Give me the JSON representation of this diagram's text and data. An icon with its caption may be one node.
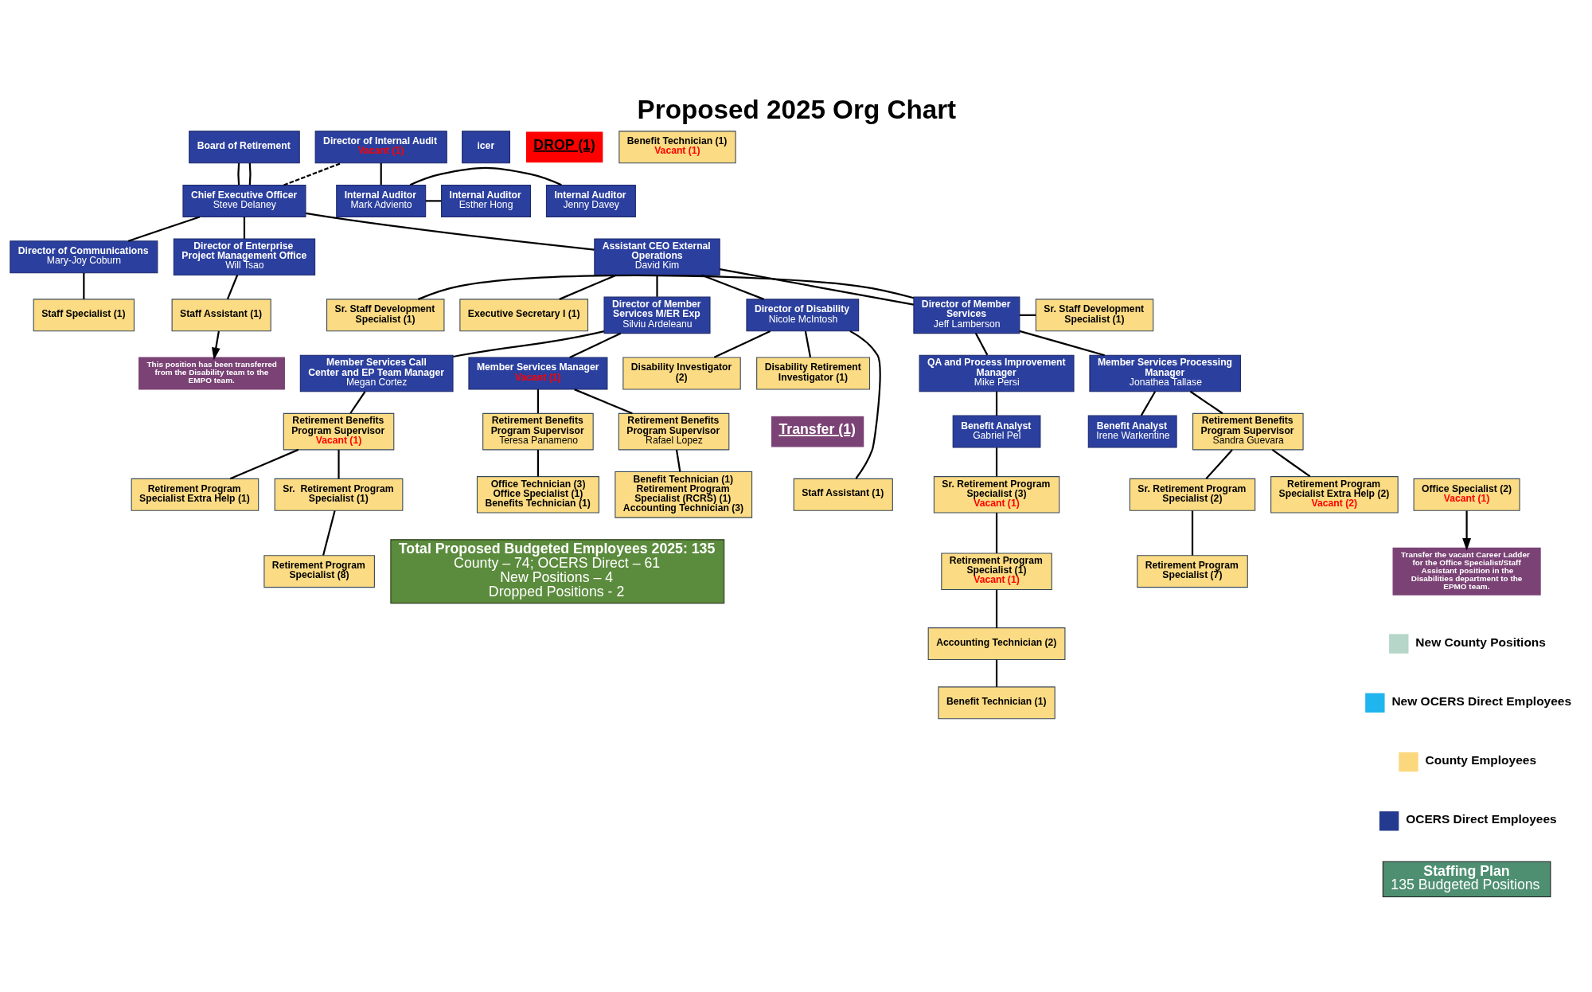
{
  "diagram": {
    "title": "Proposed 2025 Org Chart",
    "nodes": [
      {
        "text": [
          "Board of Retirement"
        ]
      },
      {
        "text": [
          "Chief Executive Officer",
          "Steve Delaney"
        ]
      },
      {
        "text": [
          "Director of Internal Audit",
          "Vacant (1)"
        ]
      },
      {
        "text": [
          "Internal Auditor",
          "Jenny Davey"
        ]
      },
      {
        "text": [
          "Internal Auditor",
          "Mark Adviento"
        ]
      },
      {
        "text": [
          "Internal Auditor",
          "Esther Hong"
        ]
      },
      {
        "text": [
          "icer"
        ]
      },
      {
        "text": [
          "Director of Communications",
          "Mary-Joy Coburn"
        ]
      },
      {
        "text": [
          "Director of Enterprise Project Management Office",
          "Will Tsao"
        ]
      },
      {
        "text": [
          "Assistant CEO External Operations",
          "David Kim"
        ]
      },
      {
        "text": [
          "Staff Specialist (1)"
        ]
      },
      {
        "text": [
          "Staff Assistant (1)"
        ]
      },
      {
        "text": [
          "Executive Secretary I (1)"
        ]
      },
      {
        "text": [
          "This position has been transferred from the Disability team to the EMPO team."
        ]
      },
      {
        "text": [
          "Sr. Staff Development Specialist (1)"
        ]
      },
      {
        "text": [
          "Director of Member Services",
          "Jeff Lamberson"
        ]
      },
      {
        "text": [
          "Sr. Staff Development Specialist (1)"
        ]
      },
      {
        "text": [
          "Director of Member Services M/ER Exp",
          "Silviu Ardeleanu"
        ]
      },
      {
        "text": [
          "Director of Disability",
          "Nicole McIntosh"
        ]
      },
      {
        "text": [
          "QA and Process Improvement Manager",
          "Mike Persi"
        ]
      },
      {
        "text": [
          "Member Services Processing Manager",
          "Jonathea Tallase"
        ]
      },
      {
        "text": [
          "Member Services Call Center and EP Team Manager",
          "Megan Cortez"
        ]
      },
      {
        "text": [
          "Member Services Manager",
          "Vacant (1)"
        ]
      },
      {
        "text": [
          "Disability Investigator (2)"
        ]
      },
      {
        "text": [
          "Disability Retirement Investigator (1)"
        ]
      },
      {
        "text": [
          "Transfer (1)"
        ]
      },
      {
        "text": [
          "Staff Assistant (1)"
        ]
      },
      {
        "text": [
          "Office Specialist (2)",
          "Vacant (1)"
        ]
      },
      {
        "text": [
          "Transfer the vacant Career Ladder for the Office Specialist/Staff Assistant position in the Disabilities department to the EPMO team."
        ]
      },
      {
        "text": [
          "Benefit Analyst",
          "Gabriel Pel"
        ]
      },
      {
        "text": [
          "Benefit Analyst",
          "Irene Warkentine"
        ]
      },
      {
        "text": [
          "DROP (1)"
        ]
      },
      {
        "text": [
          "Benefit Technician (1)",
          "Vacant (1)"
        ]
      },
      {
        "text": [
          "Retirement Benefits Program Supervisor",
          "Sandra Guevara"
        ]
      },
      {
        "text": [
          "Sr. Retirement Program Specialist (3)",
          "Vacant (1)"
        ]
      },
      {
        "text": [
          "Retirement Program Specialist (1)",
          "Vacant (1)"
        ]
      },
      {
        "text": [
          "Accounting Technician (2)"
        ]
      },
      {
        "text": [
          "Benefit Technician (1)"
        ]
      },
      {
        "text": [
          "Sr. Retirement Program Specialist (2)"
        ]
      },
      {
        "text": [
          "Retirement Program Specialist (7)"
        ]
      },
      {
        "text": [
          "Retirement Program Specialist Extra Help (2)",
          "Vacant (2)"
        ]
      },
      {
        "text": [
          "Retirement Benefits Program Supervisor",
          "Vacant (1)"
        ]
      },
      {
        "text": [
          "Retirement Benefits Program Supervisor",
          "Rafael Lopez"
        ]
      },
      {
        "text": [
          "Retirement Benefits Program Supervisor",
          "Teresa Panameno"
        ]
      },
      {
        "text": [
          "Sr.  Retirement Program Specialist (1)"
        ]
      },
      {
        "text": [
          "Retirement Program Specialist (8)"
        ]
      },
      {
        "text": [
          "Retirement Program Specialist Extra Help (1)"
        ]
      },
      {
        "text": [
          "Benefit Technician (1)",
          "Retirement Program Specialist (RCRS) (1)",
          "Accounting Technician (3)"
        ]
      },
      {
        "text": [
          "Office Technician (3)",
          "Office Specialist (1)",
          "Benefits Technician (1)"
        ]
      },
      {
        "text": [
          "Total Proposed Budgeted Employees 2025: 135",
          "County – 74; OCERS Direct – 61",
          "New Positions – 4",
          "Dropped Positions - 2"
        ]
      },
      {
        "text": [
          "Staffing Plan",
          "135 Budgeted Positions"
        ]
      }
    ],
    "edges": [
      {
        "from": 0,
        "to": 1,
        "arrow": "none"
      },
      {
        "from": 0,
        "to": 1,
        "arrow": "none"
      },
      {
        "from": 1,
        "to": 2,
        "arrow": "none",
        "style": "dashed"
      },
      {
        "from": 2,
        "to": 4,
        "arrow": "none"
      },
      {
        "from": 4,
        "to": 3,
        "arrow": "none"
      },
      {
        "from": 4,
        "to": 5,
        "arrow": "none"
      },
      {
        "from": 1,
        "to": 7,
        "arrow": "none"
      },
      {
        "from": 1,
        "to": 8,
        "arrow": "none"
      },
      {
        "from": 1,
        "to": 9,
        "arrow": "none"
      },
      {
        "from": 7,
        "to": 10,
        "arrow": "none"
      },
      {
        "from": 8,
        "to": 11,
        "arrow": "none"
      },
      {
        "from": 9,
        "to": 12,
        "arrow": "none"
      },
      {
        "from": 11,
        "to": 13,
        "arrow": "to"
      },
      {
        "from": 9,
        "to": 15,
        "arrow": "none"
      },
      {
        "from": 9,
        "to": 17,
        "arrow": "none"
      },
      {
        "from": 9,
        "to": 18,
        "arrow": "none"
      },
      {
        "from": 14,
        "to": 15,
        "arrow": "none"
      },
      {
        "from": 15,
        "to": 16,
        "arrow": "none"
      },
      {
        "from": 15,
        "to": 19,
        "arrow": "none"
      },
      {
        "from": 15,
        "to": 20,
        "arrow": "none"
      },
      {
        "from": 17,
        "to": 21,
        "arrow": "none"
      },
      {
        "from": 17,
        "to": 22,
        "arrow": "none"
      },
      {
        "from": 18,
        "to": 23,
        "arrow": "none"
      },
      {
        "from": 18,
        "to": 24,
        "arrow": "none"
      },
      {
        "from": 18,
        "to": 26,
        "arrow": "none"
      },
      {
        "from": 27,
        "to": 28,
        "arrow": "to"
      },
      {
        "from": 19,
        "to": 29,
        "arrow": "none"
      },
      {
        "from": 29,
        "to": 34,
        "arrow": "none"
      },
      {
        "from": 34,
        "to": 35,
        "arrow": "none"
      },
      {
        "from": 35,
        "to": 36,
        "arrow": "none"
      },
      {
        "from": 36,
        "to": 37,
        "arrow": "none"
      },
      {
        "from": 20,
        "to": 30,
        "arrow": "none"
      },
      {
        "from": 20,
        "to": 33,
        "arrow": "none"
      },
      {
        "from": 33,
        "to": 38,
        "arrow": "none"
      },
      {
        "from": 38,
        "to": 39,
        "arrow": "none"
      },
      {
        "from": 33,
        "to": 40,
        "arrow": "none"
      },
      {
        "from": 21,
        "to": 41,
        "arrow": "none"
      },
      {
        "from": 41,
        "to": 44,
        "arrow": "none"
      },
      {
        "from": 44,
        "to": 45,
        "arrow": "none"
      },
      {
        "from": 41,
        "to": 46,
        "arrow": "none"
      },
      {
        "from": 22,
        "to": 42,
        "arrow": "none"
      },
      {
        "from": 22,
        "to": 43,
        "arrow": "none"
      },
      {
        "from": 42,
        "to": 47,
        "arrow": "none"
      },
      {
        "from": 43,
        "to": 48,
        "arrow": "none"
      }
    ],
    "legend": [
      {
        "text": "New County Positions",
        "color": "#b5d6c8"
      },
      {
        "text": "New OCERS Direct Employees",
        "color": "#1fb5ee"
      },
      {
        "text": "County Employees",
        "color": "#fbd87e"
      },
      {
        "text": "OCERS Direct Employees",
        "color": "#243a8f"
      }
    ]
  }
}
